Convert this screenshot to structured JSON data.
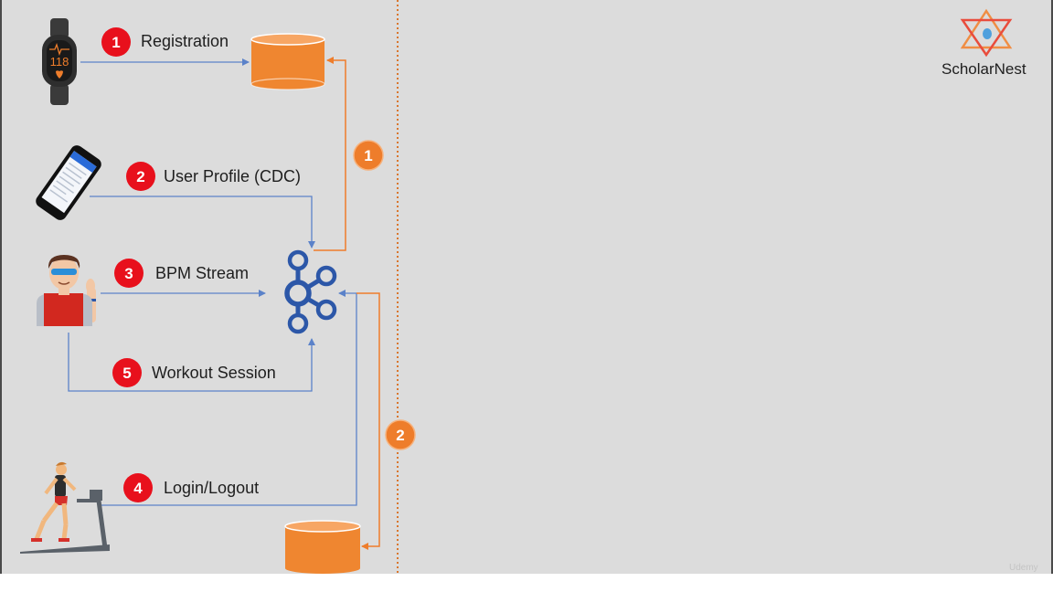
{
  "brand": {
    "name": "ScholarNest"
  },
  "flows": [
    {
      "step": "1",
      "label": "Registration"
    },
    {
      "step": "2",
      "label": "User Profile (CDC)"
    },
    {
      "step": "3",
      "label": "BPM Stream"
    },
    {
      "step": "4",
      "label": "Login/Logout"
    },
    {
      "step": "5",
      "label": "Workout Session"
    }
  ],
  "output_steps": [
    {
      "step": "1"
    },
    {
      "step": "2"
    }
  ],
  "watch_reading": "118",
  "watermark": "Udemy",
  "colors": {
    "badge_red": "#e8101c",
    "badge_orange": "#ee7d2b",
    "database": "#ef8630",
    "kafka_blue": "#2c57a8",
    "flow_line_blue": "#5b82c9",
    "flow_line_orange": "#ee7d2b",
    "divider": "#d9762d"
  }
}
